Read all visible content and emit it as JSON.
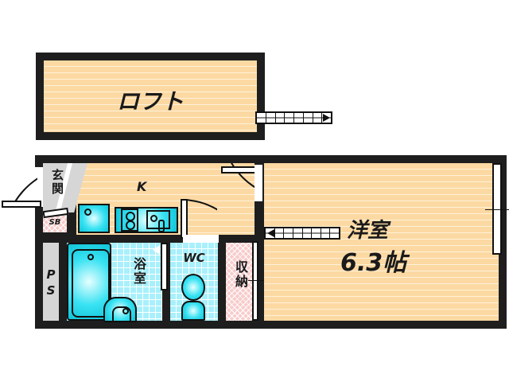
{
  "floorplan": {
    "rooms": {
      "loft": {
        "label": "ロフト"
      },
      "kitchen": {
        "label": "K"
      },
      "entrance": {
        "label": "玄関"
      },
      "shoe_box": {
        "label": "SB"
      },
      "pipe_space": {
        "label": "PS"
      },
      "bathroom": {
        "label": "浴室"
      },
      "toilet": {
        "label": "WC"
      },
      "storage": {
        "label": "収納"
      },
      "western_room": {
        "label": "洋室",
        "size": "6.3帖"
      }
    },
    "colors": {
      "wall": "#1e1e1e",
      "wood_floor": "#fcd9a3",
      "tile_floor": "#a8f0fb",
      "storage_floor": "#f8cccc",
      "fixture": "#38e2f2",
      "grey_area": "#d6d6d6"
    },
    "icons": [
      "stairs-icon",
      "door-swing-icon",
      "bathtub-icon",
      "sink-icon",
      "toilet-icon",
      "stove-icon",
      "fridge-space-icon",
      "window-icon"
    ]
  }
}
